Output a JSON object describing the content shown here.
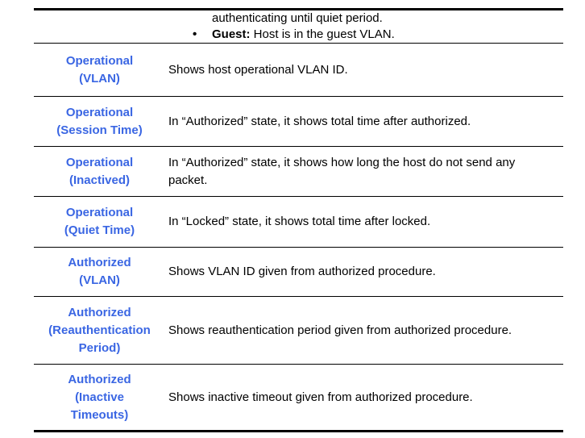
{
  "colors": {
    "label_blue": "#3A66E3",
    "text_black": "#000000",
    "rule_black": "#000000"
  },
  "table": {
    "continuation": {
      "line1": "authenticating until quiet period.",
      "bullet_glyph": "•",
      "bullet_bold": "Guest:",
      "bullet_rest": " Host is in the guest VLAN."
    },
    "rows": [
      {
        "label_lines": [
          "Operational",
          "(VLAN)"
        ],
        "description": "Shows host operational VLAN ID."
      },
      {
        "label_lines": [
          "Operational",
          "(Session Time)"
        ],
        "description": "In “Authorized” state, it shows total time after authorized."
      },
      {
        "label_lines": [
          "Operational",
          "(Inactived)"
        ],
        "description": "In “Authorized” state, it shows how long the host do not send any packet."
      },
      {
        "label_lines": [
          "Operational",
          "(Quiet Time)"
        ],
        "description": "In “Locked” state, it shows total time after locked."
      },
      {
        "label_lines": [
          "Authorized",
          "(VLAN)"
        ],
        "description": "Shows VLAN ID given from authorized procedure."
      },
      {
        "label_lines": [
          "Authorized",
          "(Reauthentication",
          "Period)"
        ],
        "description": "Shows reauthentication period given from authorized procedure."
      },
      {
        "label_lines": [
          "Authorized",
          "(Inactive",
          "Timeouts)"
        ],
        "description": "Shows inactive timeout given from authorized procedure."
      }
    ]
  }
}
